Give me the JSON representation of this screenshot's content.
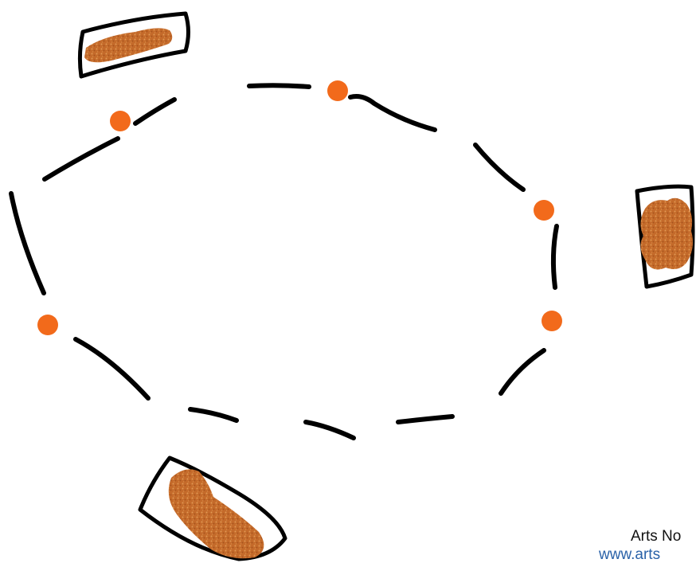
{
  "credit": {
    "name": "Arts No",
    "url": "www.arts"
  },
  "colors": {
    "stroke": "#000000",
    "dot": "#f26a1b",
    "crumb": "#c46a2a",
    "crumb_light": "#d98a45",
    "link": "#2a62a8"
  },
  "icons": [
    "crumb-top-left",
    "crumb-right",
    "crumb-bottom"
  ]
}
